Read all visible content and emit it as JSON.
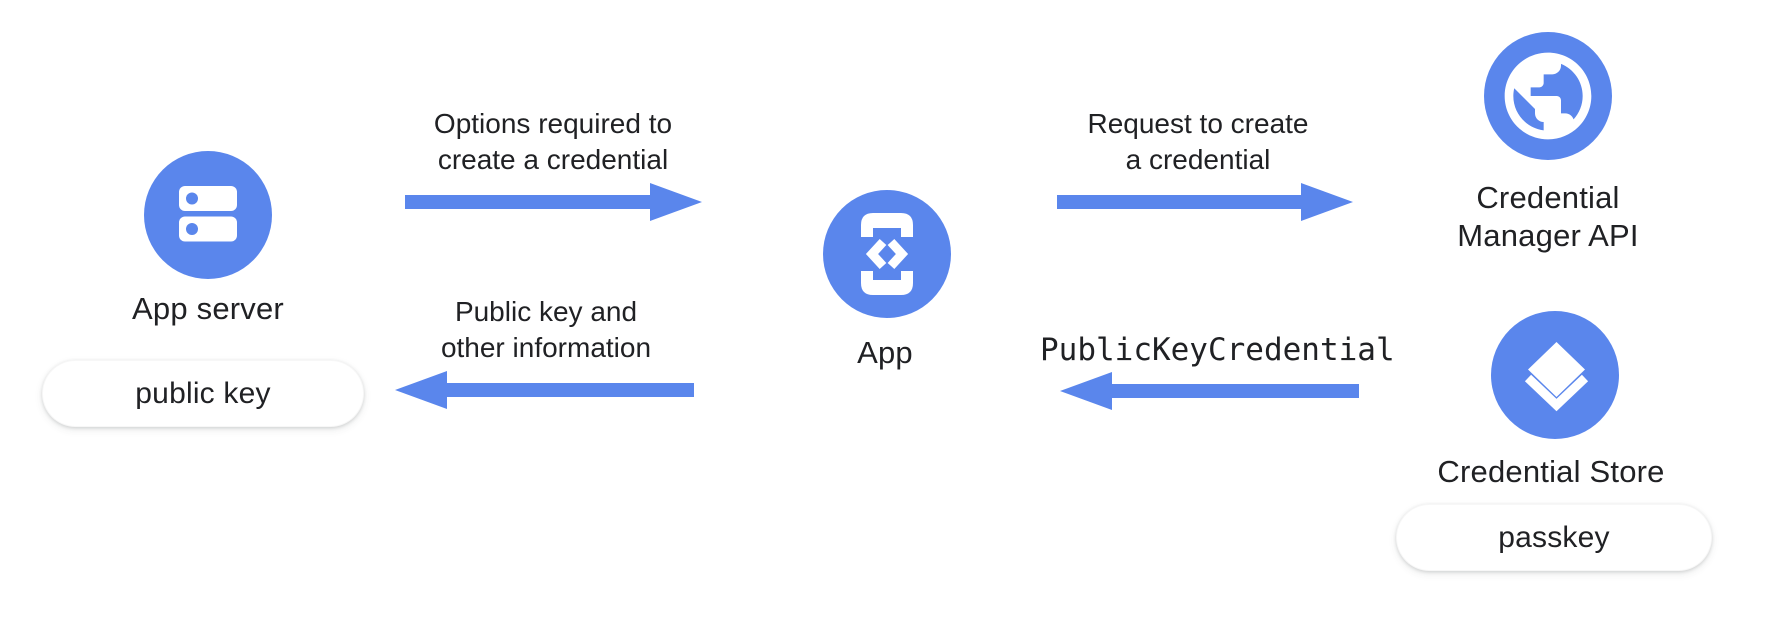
{
  "colors": {
    "accent_blue": "#5A86EC",
    "text_dark": "#202124",
    "pill_bg": "#ffffff"
  },
  "nodes": {
    "app_server": {
      "label": "App server",
      "badge": "public key",
      "icon": "server-icon"
    },
    "app": {
      "label": "App",
      "icon": "phone-code-icon"
    },
    "credential_manager": {
      "label_line1": "Credential",
      "label_line2": "Manager API",
      "icon": "globe-icon"
    },
    "credential_store": {
      "label": "Credential Store",
      "badge": "passkey",
      "icon": "layers-icon"
    }
  },
  "flows": {
    "options": {
      "line1": "Options required to",
      "line2": "create a credential",
      "direction": "right"
    },
    "public_key_return": {
      "line1": "Public key and",
      "line2": "other information",
      "direction": "left"
    },
    "request": {
      "line1": "Request to create",
      "line2": "a credential",
      "direction": "right"
    },
    "credential_return": {
      "line1": "PublicKeyCredential",
      "direction": "left"
    }
  }
}
